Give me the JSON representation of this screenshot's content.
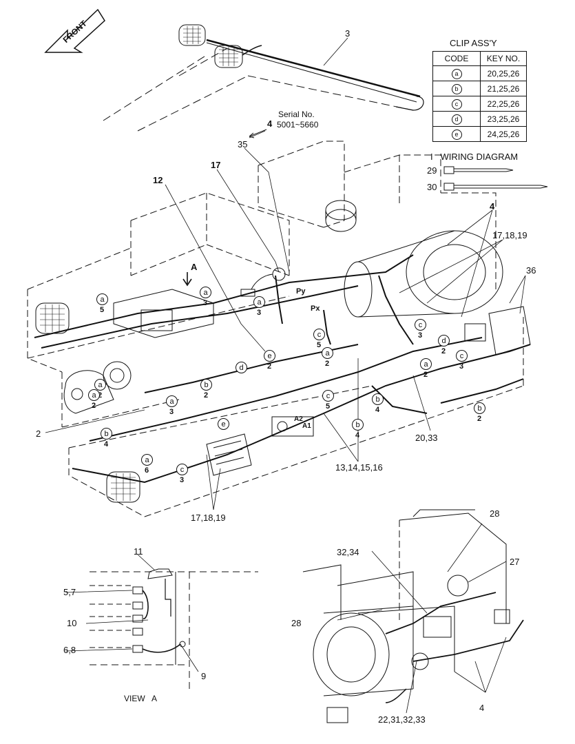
{
  "front_label": "FRONT",
  "clip_table": {
    "title": "CLIP ASS'Y",
    "headers": [
      "CODE",
      "KEY NO."
    ],
    "rows": [
      {
        "code": "a",
        "keys": "20,25,26"
      },
      {
        "code": "b",
        "keys": "21,25,26"
      },
      {
        "code": "c",
        "keys": "22,25,26"
      },
      {
        "code": "d",
        "keys": "23,25,26"
      },
      {
        "code": "e",
        "keys": "24,25,26"
      }
    ]
  },
  "wiring_diagram": {
    "title": "I   WIRING DIAGRAM",
    "tie_29": "29",
    "tie_30": "30"
  },
  "serial": {
    "label": "Serial No.",
    "range": "5001~5660",
    "callout": "4",
    "item": "35"
  },
  "view_a": {
    "title": "VIEW   A",
    "arrow_label": "A"
  },
  "callouts": {
    "c3": "3",
    "c12": "12",
    "c17": "17",
    "c4": "4",
    "c171819_top": "17,18,19",
    "c36": "36",
    "c2": "2",
    "c2033": "20,33",
    "c13141516": "13,14,15,16",
    "c171819_bot": "17,18,19",
    "c11": "11",
    "c57": "5,7",
    "c10": "10",
    "c68": "6,8",
    "c9": "9",
    "c28a": "28",
    "c3234": "32,34",
    "c27": "27",
    "c28b": "28",
    "c22313233": "22,31,32,33",
    "c4b": "4",
    "py": "Py",
    "px": "Px",
    "a2": "A2",
    "a1": "A1"
  },
  "clip_markers": [
    {
      "code": "a",
      "qty": "5"
    },
    {
      "code": "a",
      "qty": "3"
    },
    {
      "code": "a",
      "qty": "3"
    },
    {
      "code": "c",
      "qty": "5"
    },
    {
      "code": "e",
      "qty": "2"
    },
    {
      "code": "d",
      "qty": ""
    },
    {
      "code": "a",
      "qty": "2"
    },
    {
      "code": "c",
      "qty": "3"
    },
    {
      "code": "c",
      "qty": "3"
    },
    {
      "code": "a",
      "qty": "2"
    },
    {
      "code": "d",
      "qty": "2"
    },
    {
      "code": "c",
      "qty": "5"
    },
    {
      "code": "b",
      "qty": "4"
    },
    {
      "code": "b",
      "qty": "2"
    },
    {
      "code": "a",
      "qty": "2"
    },
    {
      "code": "b",
      "qty": "2"
    },
    {
      "code": "a",
      "qty": "3"
    },
    {
      "code": "a",
      "qty": "2"
    },
    {
      "code": "b",
      "qty": "4"
    },
    {
      "code": "a",
      "qty": "6"
    },
    {
      "code": "c",
      "qty": "3"
    },
    {
      "code": "e",
      "qty": ""
    },
    {
      "code": "b",
      "qty": "4"
    }
  ]
}
